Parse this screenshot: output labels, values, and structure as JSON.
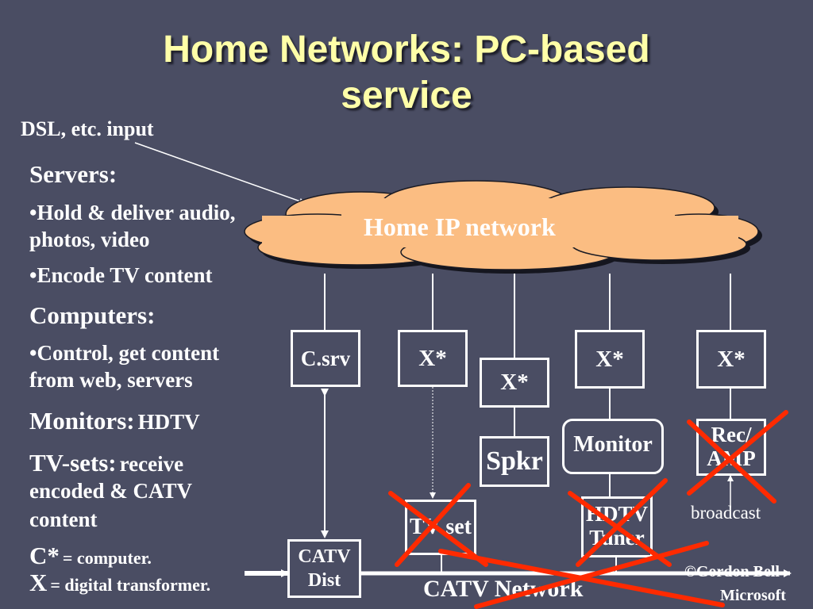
{
  "title": {
    "line1": "Home Networks: PC-based",
    "line2": "service"
  },
  "input_label": "DSL, etc. input",
  "left_text": {
    "servers_heading": "Servers:",
    "servers_b1_l1": "•Hold & deliver audio,",
    "servers_b1_l2": "photos, video",
    "servers_b2": "•Encode TV content",
    "computers_heading": "Computers:",
    "computers_b1_l1": "•Control, get content",
    "computers_b1_l2": "from web, servers",
    "monitors_heading": "Monitors:",
    "monitors_value": "HDTV",
    "tvsets_heading": "TV-sets:",
    "tvsets_l1": "receive",
    "tvsets_l2": "encoded & CATV",
    "tvsets_l3": "content",
    "legend_c_sym": "C*",
    "legend_c_def": "= computer.",
    "legend_x_sym": "X",
    "legend_x_def": "= digital transformer."
  },
  "cloud_label": "Home IP network",
  "boxes": {
    "csrv": "C.srv",
    "x1": "X*",
    "x2": "X*",
    "x3": "X*",
    "x4": "X*",
    "spkr": "Spkr",
    "monitor": "Monitor",
    "recamp_l1": "Rec/",
    "recamp_l2": "AMP",
    "tvset": "TV set",
    "hdtv_l1": "HDTV",
    "hdtv_l2": "Tuner",
    "catv_l1": "CATV",
    "catv_l2": "Dist"
  },
  "broadcast_label": "broadcast",
  "network_label": "CATV Network",
  "credit": {
    "line1": "©Gordon Bell",
    "line2": "Microsoft"
  },
  "colors": {
    "background": "#4a4d63",
    "title": "#ffffa8",
    "cloud": "#fbbd82",
    "cross": "#ff2a00"
  }
}
